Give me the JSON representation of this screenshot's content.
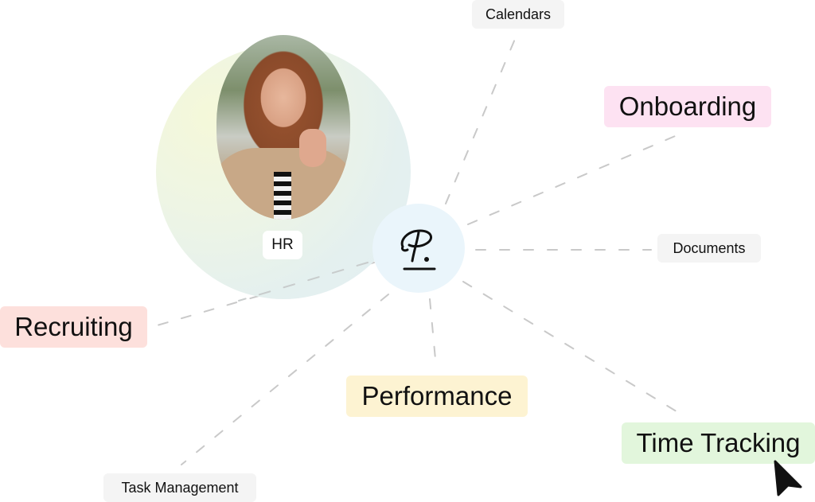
{
  "hub": {
    "label": "HR",
    "logo_icon": "signature-p-logo",
    "portrait": "person-photo"
  },
  "nodes": {
    "calendars": "Calendars",
    "onboarding": "Onboarding",
    "documents": "Documents",
    "recruiting": "Recruiting",
    "performance": "Performance",
    "time_tracking": "Time Tracking",
    "task_management": "Task Management"
  },
  "colors": {
    "onboarding_bg": "#fde2f2",
    "recruiting_bg": "#fde0dc",
    "performance_bg": "#fdf3d2",
    "time_tracking_bg": "#e2f6dc",
    "neutral_tag_bg": "#f4f4f4",
    "hub_bg": "#eaf5fb",
    "connector": "#c9c9c9"
  },
  "cursor": {
    "icon": "mouse-pointer-icon"
  }
}
